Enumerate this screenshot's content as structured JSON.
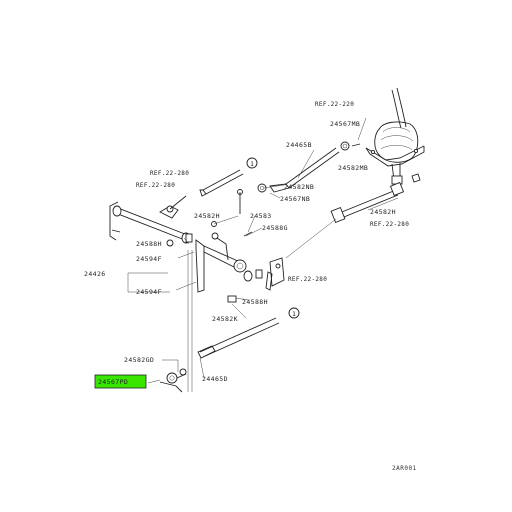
{
  "parts": {
    "p24567mb": "24567MB",
    "p24465b": "24465B",
    "p24582nb": "24582NB",
    "p24567nb": "24567NB",
    "p24582h_top": "24582H",
    "p24583": "24583",
    "p24588g": "24588G",
    "p24588h_left": "24588H",
    "p24594f_top": "24594F",
    "p24426": "24426",
    "p24594f_bottom": "24594F",
    "p24588h_right": "24588H",
    "p24582k": "24582K",
    "p24582gd": "24582GD",
    "p24567pd": "24567PD",
    "p24465d": "24465D",
    "p24582h_right": "24582H"
  },
  "refs": {
    "ref_22_220": "REF.22-220",
    "ref_22_280_a": "REF.22-280",
    "ref_22_280_b": "REF.22-280",
    "ref_22_280_c": "REF.22-280",
    "ref_22_280_d": "REF.22-280"
  },
  "callout_markers": [
    "1",
    "1"
  ],
  "diagram_code": "2AR001",
  "colors": {
    "highlight": "#39e600",
    "line": "#222222"
  }
}
